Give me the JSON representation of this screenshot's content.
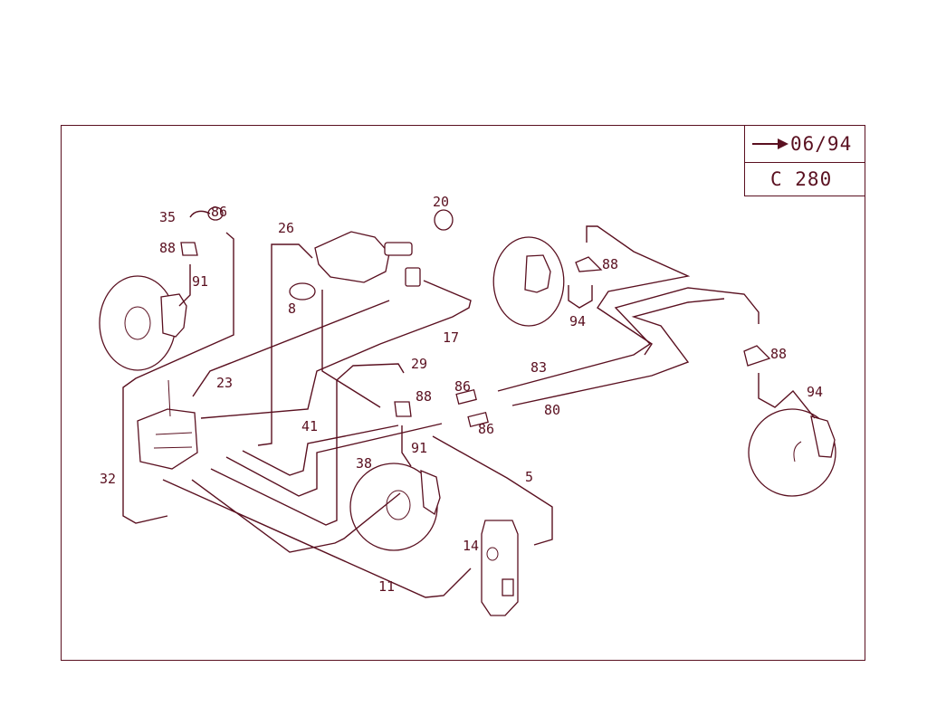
{
  "info_box": {
    "date": "06/94",
    "model": "C 280"
  },
  "colors": {
    "line": "#5a1020",
    "background": "#ffffff"
  },
  "callouts": [
    {
      "id": "c35",
      "text": "35"
    },
    {
      "id": "c86a",
      "text": "86"
    },
    {
      "id": "c88a",
      "text": "88"
    },
    {
      "id": "c91a",
      "text": "91"
    },
    {
      "id": "c26",
      "text": "26"
    },
    {
      "id": "c8",
      "text": "8"
    },
    {
      "id": "c20",
      "text": "20"
    },
    {
      "id": "c17",
      "text": "17"
    },
    {
      "id": "c88b",
      "text": "88"
    },
    {
      "id": "c94a",
      "text": "94"
    },
    {
      "id": "c88c",
      "text": "88"
    },
    {
      "id": "c94b",
      "text": "94"
    },
    {
      "id": "c23",
      "text": "23"
    },
    {
      "id": "c29",
      "text": "29"
    },
    {
      "id": "c83",
      "text": "83"
    },
    {
      "id": "c86b",
      "text": "86"
    },
    {
      "id": "c88d",
      "text": "88"
    },
    {
      "id": "c80",
      "text": "80"
    },
    {
      "id": "c41",
      "text": "41"
    },
    {
      "id": "c86c",
      "text": "86"
    },
    {
      "id": "c91b",
      "text": "91"
    },
    {
      "id": "c38",
      "text": "38"
    },
    {
      "id": "c32",
      "text": "32"
    },
    {
      "id": "c5",
      "text": "5"
    },
    {
      "id": "c14",
      "text": "14"
    },
    {
      "id": "c11",
      "text": "11"
    }
  ]
}
